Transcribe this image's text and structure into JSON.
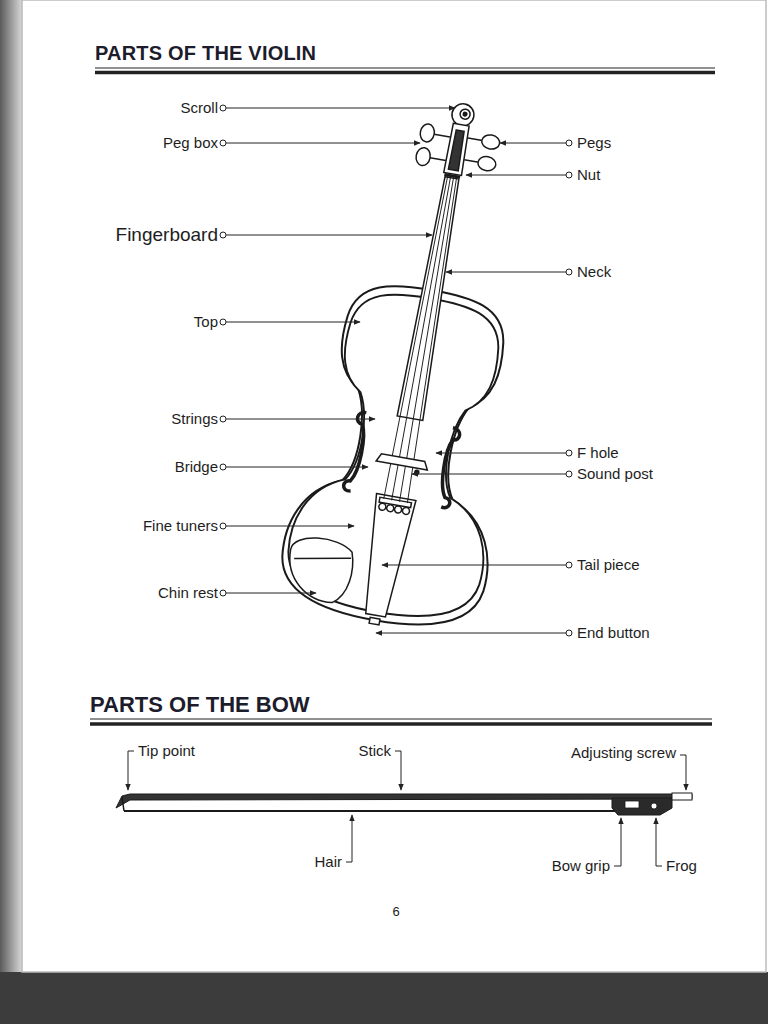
{
  "diagram": {
    "title": "PARTS OF THE VIOLIN",
    "labels": [
      "Scroll",
      "Peg box",
      "Fingerboard",
      "Top",
      "Strings",
      "Bridge",
      "Fine tuners",
      "Chin rest",
      "Pegs",
      "Nut",
      "Neck",
      "F hole",
      "Sound post",
      "Tail piece",
      "End button",
      "PARTS OF THE BOW",
      "Tip point",
      "Stick",
      "Adjusting screw",
      "Hair",
      "Bow grip",
      "Frog",
      "6"
    ]
  }
}
